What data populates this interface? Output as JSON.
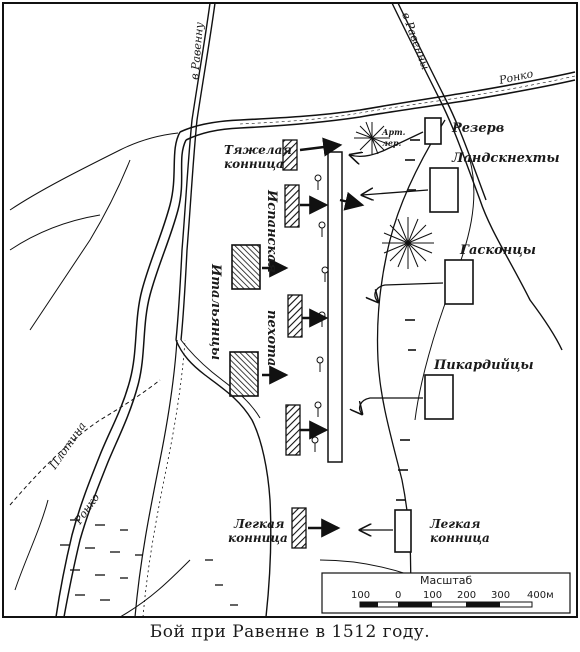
{
  "caption": "Бой при Равенне в 1512 году.",
  "labels": {
    "road_to_ravenna_left": "в Равенну",
    "road_to_ravenna_right": "в Равенны",
    "river_ronco_top": "Ронко",
    "river_ronco_bottom": "Ронко",
    "dam": "Плотина",
    "reserve": "Резерв",
    "heavy_cavalry": [
      "Тяжелая",
      "конница"
    ],
    "landsknechts": "Ландскнехты",
    "gascons": "Гасконцы",
    "picards": "Пикардийцы",
    "light_cavalry_left": [
      "Легкая",
      "конница"
    ],
    "light_cavalry_right": [
      "Легкая",
      "конница"
    ],
    "italians": "Итальянцы",
    "spanish_infantry": [
      "Испанская",
      "пехота"
    ],
    "artillery_short": [
      "Арт.",
      "лер."
    ]
  },
  "scale": {
    "title": "Масштаб",
    "ticks": [
      "100",
      "0",
      "100",
      "200",
      "300",
      "400м"
    ]
  }
}
